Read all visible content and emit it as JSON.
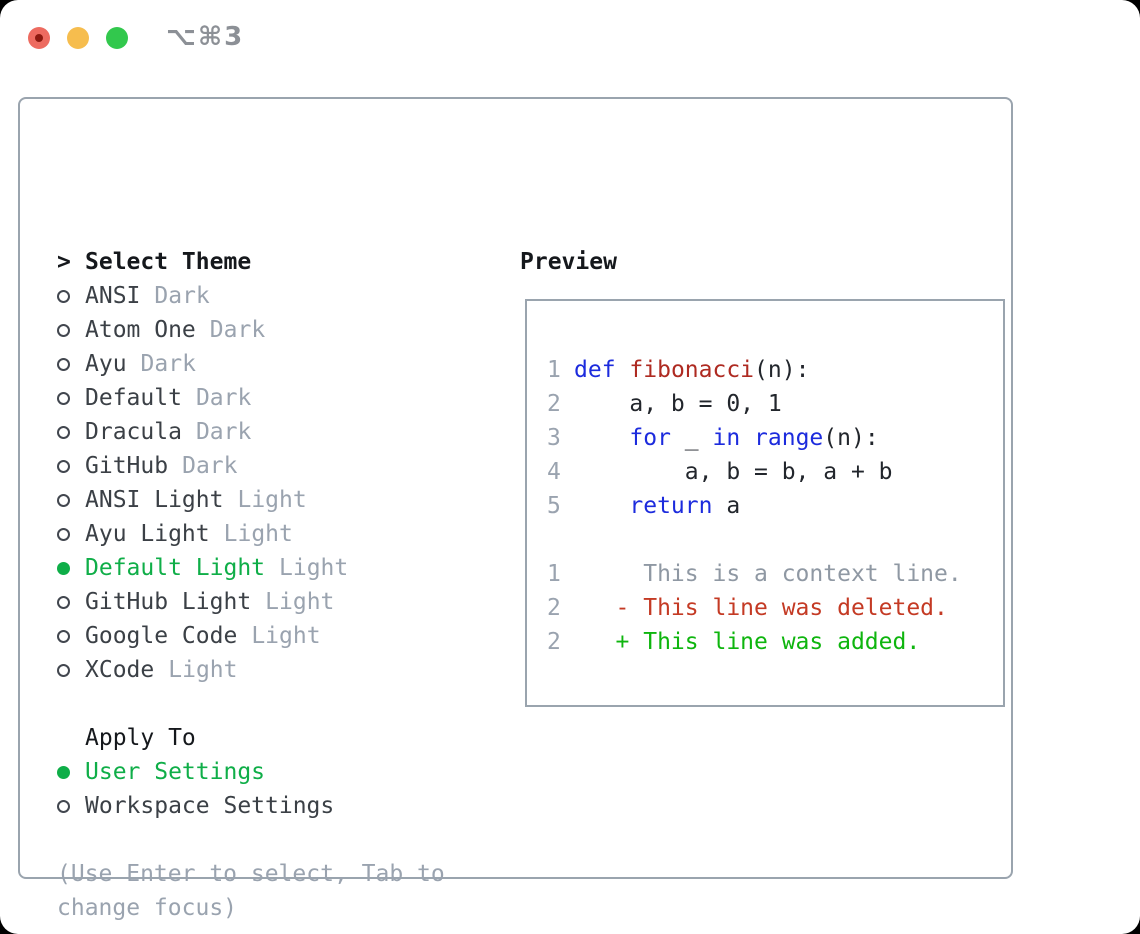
{
  "window": {
    "shortcut": "⌥⌘3"
  },
  "icons": {
    "focus_caret": ">",
    "radio_selected": "filled-circle",
    "radio_unselected": "outline-circle"
  },
  "theme_picker": {
    "header": "Select Theme",
    "items": [
      {
        "name": "ANSI",
        "variant": "Dark",
        "selected": false
      },
      {
        "name": "Atom One",
        "variant": "Dark",
        "selected": false
      },
      {
        "name": "Ayu",
        "variant": "Dark",
        "selected": false
      },
      {
        "name": "Default",
        "variant": "Dark",
        "selected": false
      },
      {
        "name": "Dracula",
        "variant": "Dark",
        "selected": false
      },
      {
        "name": "GitHub",
        "variant": "Dark",
        "selected": false
      },
      {
        "name": "ANSI Light",
        "variant": "Light",
        "selected": false
      },
      {
        "name": "Ayu Light",
        "variant": "Light",
        "selected": false
      },
      {
        "name": "Default Light",
        "variant": "Light",
        "selected": true
      },
      {
        "name": "GitHub Light",
        "variant": "Light",
        "selected": false
      },
      {
        "name": "Google Code",
        "variant": "Light",
        "selected": false
      },
      {
        "name": "XCode",
        "variant": "Light",
        "selected": false
      }
    ],
    "apply_to": {
      "header": "Apply To",
      "items": [
        {
          "name": "User Settings",
          "selected": true
        },
        {
          "name": "Workspace Settings",
          "selected": false
        }
      ]
    },
    "hint": "(Use Enter to select, Tab to change focus)"
  },
  "preview": {
    "title": "Preview",
    "lines": [
      {
        "num": "1",
        "segments": [
          {
            "text": "def",
            "color": "keyword"
          },
          {
            "text": " "
          },
          {
            "text": "fibonacci",
            "color": "function_name"
          },
          {
            "text": "(n):"
          }
        ]
      },
      {
        "num": "2",
        "segments": [
          {
            "text": "    a, b = 0, 1"
          }
        ]
      },
      {
        "num": "3",
        "segments": [
          {
            "text": "    "
          },
          {
            "text": "for",
            "color": "keyword"
          },
          {
            "text": " _ "
          },
          {
            "text": "in",
            "color": "keyword"
          },
          {
            "text": " "
          },
          {
            "text": "range",
            "color": "keyword"
          },
          {
            "text": "(n):"
          }
        ]
      },
      {
        "num": "4",
        "segments": [
          {
            "text": "        a, b = b, a + b"
          }
        ]
      },
      {
        "num": "5",
        "segments": [
          {
            "text": "    "
          },
          {
            "text": "return",
            "color": "keyword"
          },
          {
            "text": " a"
          }
        ]
      },
      {
        "num": "",
        "segments": []
      },
      {
        "num": "1",
        "segments": [
          {
            "text": "     This is a context line.",
            "color": "context_line"
          }
        ]
      },
      {
        "num": "2",
        "segments": [
          {
            "text": "   - This line was deleted.",
            "color": "deleted_line"
          }
        ]
      },
      {
        "num": "2",
        "segments": [
          {
            "text": "   + This line was added.",
            "color": "added_line"
          }
        ]
      }
    ]
  },
  "palette": {
    "keyword": "#1c2bdd",
    "function_name": "#ae2a21",
    "code_text": "#22262c",
    "line_number": "#9aa3af",
    "context_line": "#8f98a3",
    "deleted_line": "#c43a24",
    "added_line": "#0eb50e",
    "selected_green": "#0fae48",
    "item_text": "#3b4046",
    "variant_text": "#9aa3af",
    "header_text": "#15181c",
    "hint_text": "#9aa3af",
    "panel_border": "#9aa4ae",
    "traffic_red": "#ed6b60",
    "traffic_red_dot": "#8c1a10",
    "traffic_yellow": "#f6bd4e",
    "traffic_green": "#32c84d",
    "shortcut_text": "#8c9096"
  }
}
